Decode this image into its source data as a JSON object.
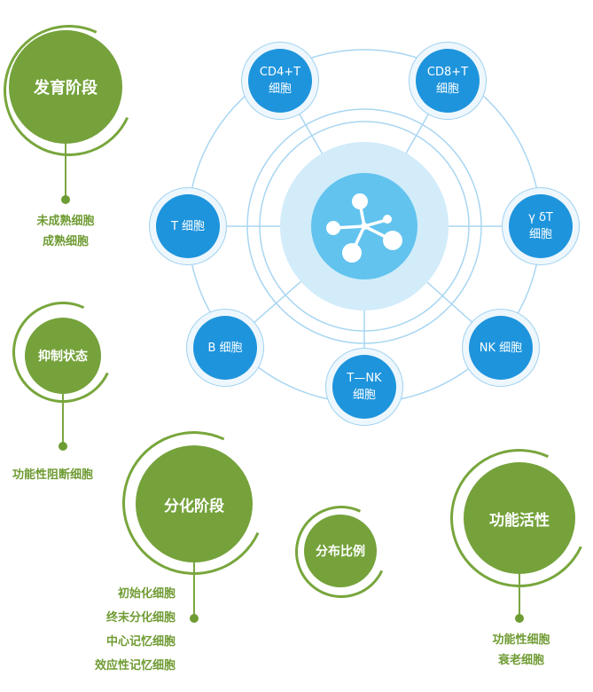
{
  "center": {
    "icon": "molecule-icon"
  },
  "nodes": [
    {
      "id": "cd4",
      "line1": "CD4+T",
      "line2": "细胞"
    },
    {
      "id": "cd8",
      "line1": "CD8+T",
      "line2": "细胞"
    },
    {
      "id": "gdt",
      "line1": "γ δT",
      "line2": "细胞"
    },
    {
      "id": "nk",
      "line1": "NK 细胞",
      "line2": ""
    },
    {
      "id": "tnk",
      "line1": "T—NK",
      "line2": "细胞"
    },
    {
      "id": "b",
      "line1": "B 细胞",
      "line2": ""
    },
    {
      "id": "t",
      "line1": "T 细胞",
      "line2": ""
    }
  ],
  "categories": {
    "development": {
      "title": "发育阶段",
      "items": [
        "未成熟细胞",
        "成熟细胞"
      ]
    },
    "suppression": {
      "title": "抑制状态",
      "items": [
        "功能性阻断细胞"
      ]
    },
    "differentiation": {
      "title": "分化阶段",
      "items": [
        "初始化细胞",
        "终末分化细胞",
        "中心记忆细胞",
        "效应性记忆细胞"
      ]
    },
    "distribution": {
      "title": "分布比例",
      "items": []
    },
    "function": {
      "title": "功能活性",
      "items": [
        "功能性细胞",
        "衰老细胞"
      ]
    }
  },
  "colors": {
    "green": "#75a23b",
    "blue": "#1e94dc",
    "light_blue": "#d2ecfa",
    "ring": "#a9d6f2"
  }
}
